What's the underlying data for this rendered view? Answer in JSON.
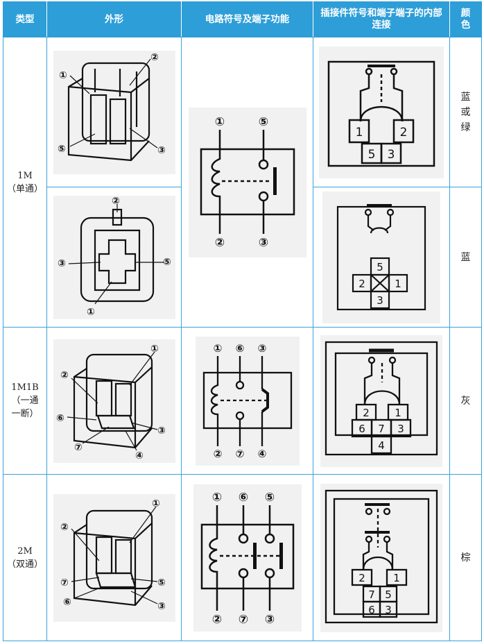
{
  "headers": [
    "类型",
    "外形",
    "电路符号及端子功能",
    "插接件符号和端子端子的内部连接",
    "颜色"
  ],
  "rows": [
    {
      "type": "1M",
      "type_sub": "（单通）",
      "color": "蓝或绿",
      "color2": "蓝",
      "pins": [
        "①",
        "⑤",
        "②",
        "③"
      ],
      "conn_a": [
        "1",
        "2",
        "5",
        "3"
      ],
      "conn_b": [
        "5",
        "2",
        "1",
        "3"
      ]
    },
    {
      "type": "1M1B",
      "type_sub": "（一通一断）",
      "color": "灰",
      "pins": [
        "①",
        "⑥",
        "③",
        "②",
        "⑦",
        "④"
      ],
      "conn": [
        "2",
        "1",
        "6",
        "7",
        "3",
        "4"
      ]
    },
    {
      "type": "2M",
      "type_sub": "（双通）",
      "color": "棕",
      "pins": [
        "①",
        "⑥",
        "⑤",
        "②",
        "⑦",
        "③"
      ],
      "conn": [
        "2",
        "1",
        "7",
        "5",
        "6",
        "3"
      ]
    }
  ],
  "shape_labels": {
    "r1a": [
      "①",
      "②",
      "⑤",
      "③"
    ],
    "r1b": [
      "②",
      "③",
      "⑤",
      "①"
    ],
    "r2": [
      "②",
      "①",
      "⑥",
      "③",
      "⑦",
      "④"
    ],
    "r3": [
      "②",
      "①",
      "⑦",
      "⑤",
      "⑥",
      "③"
    ]
  }
}
